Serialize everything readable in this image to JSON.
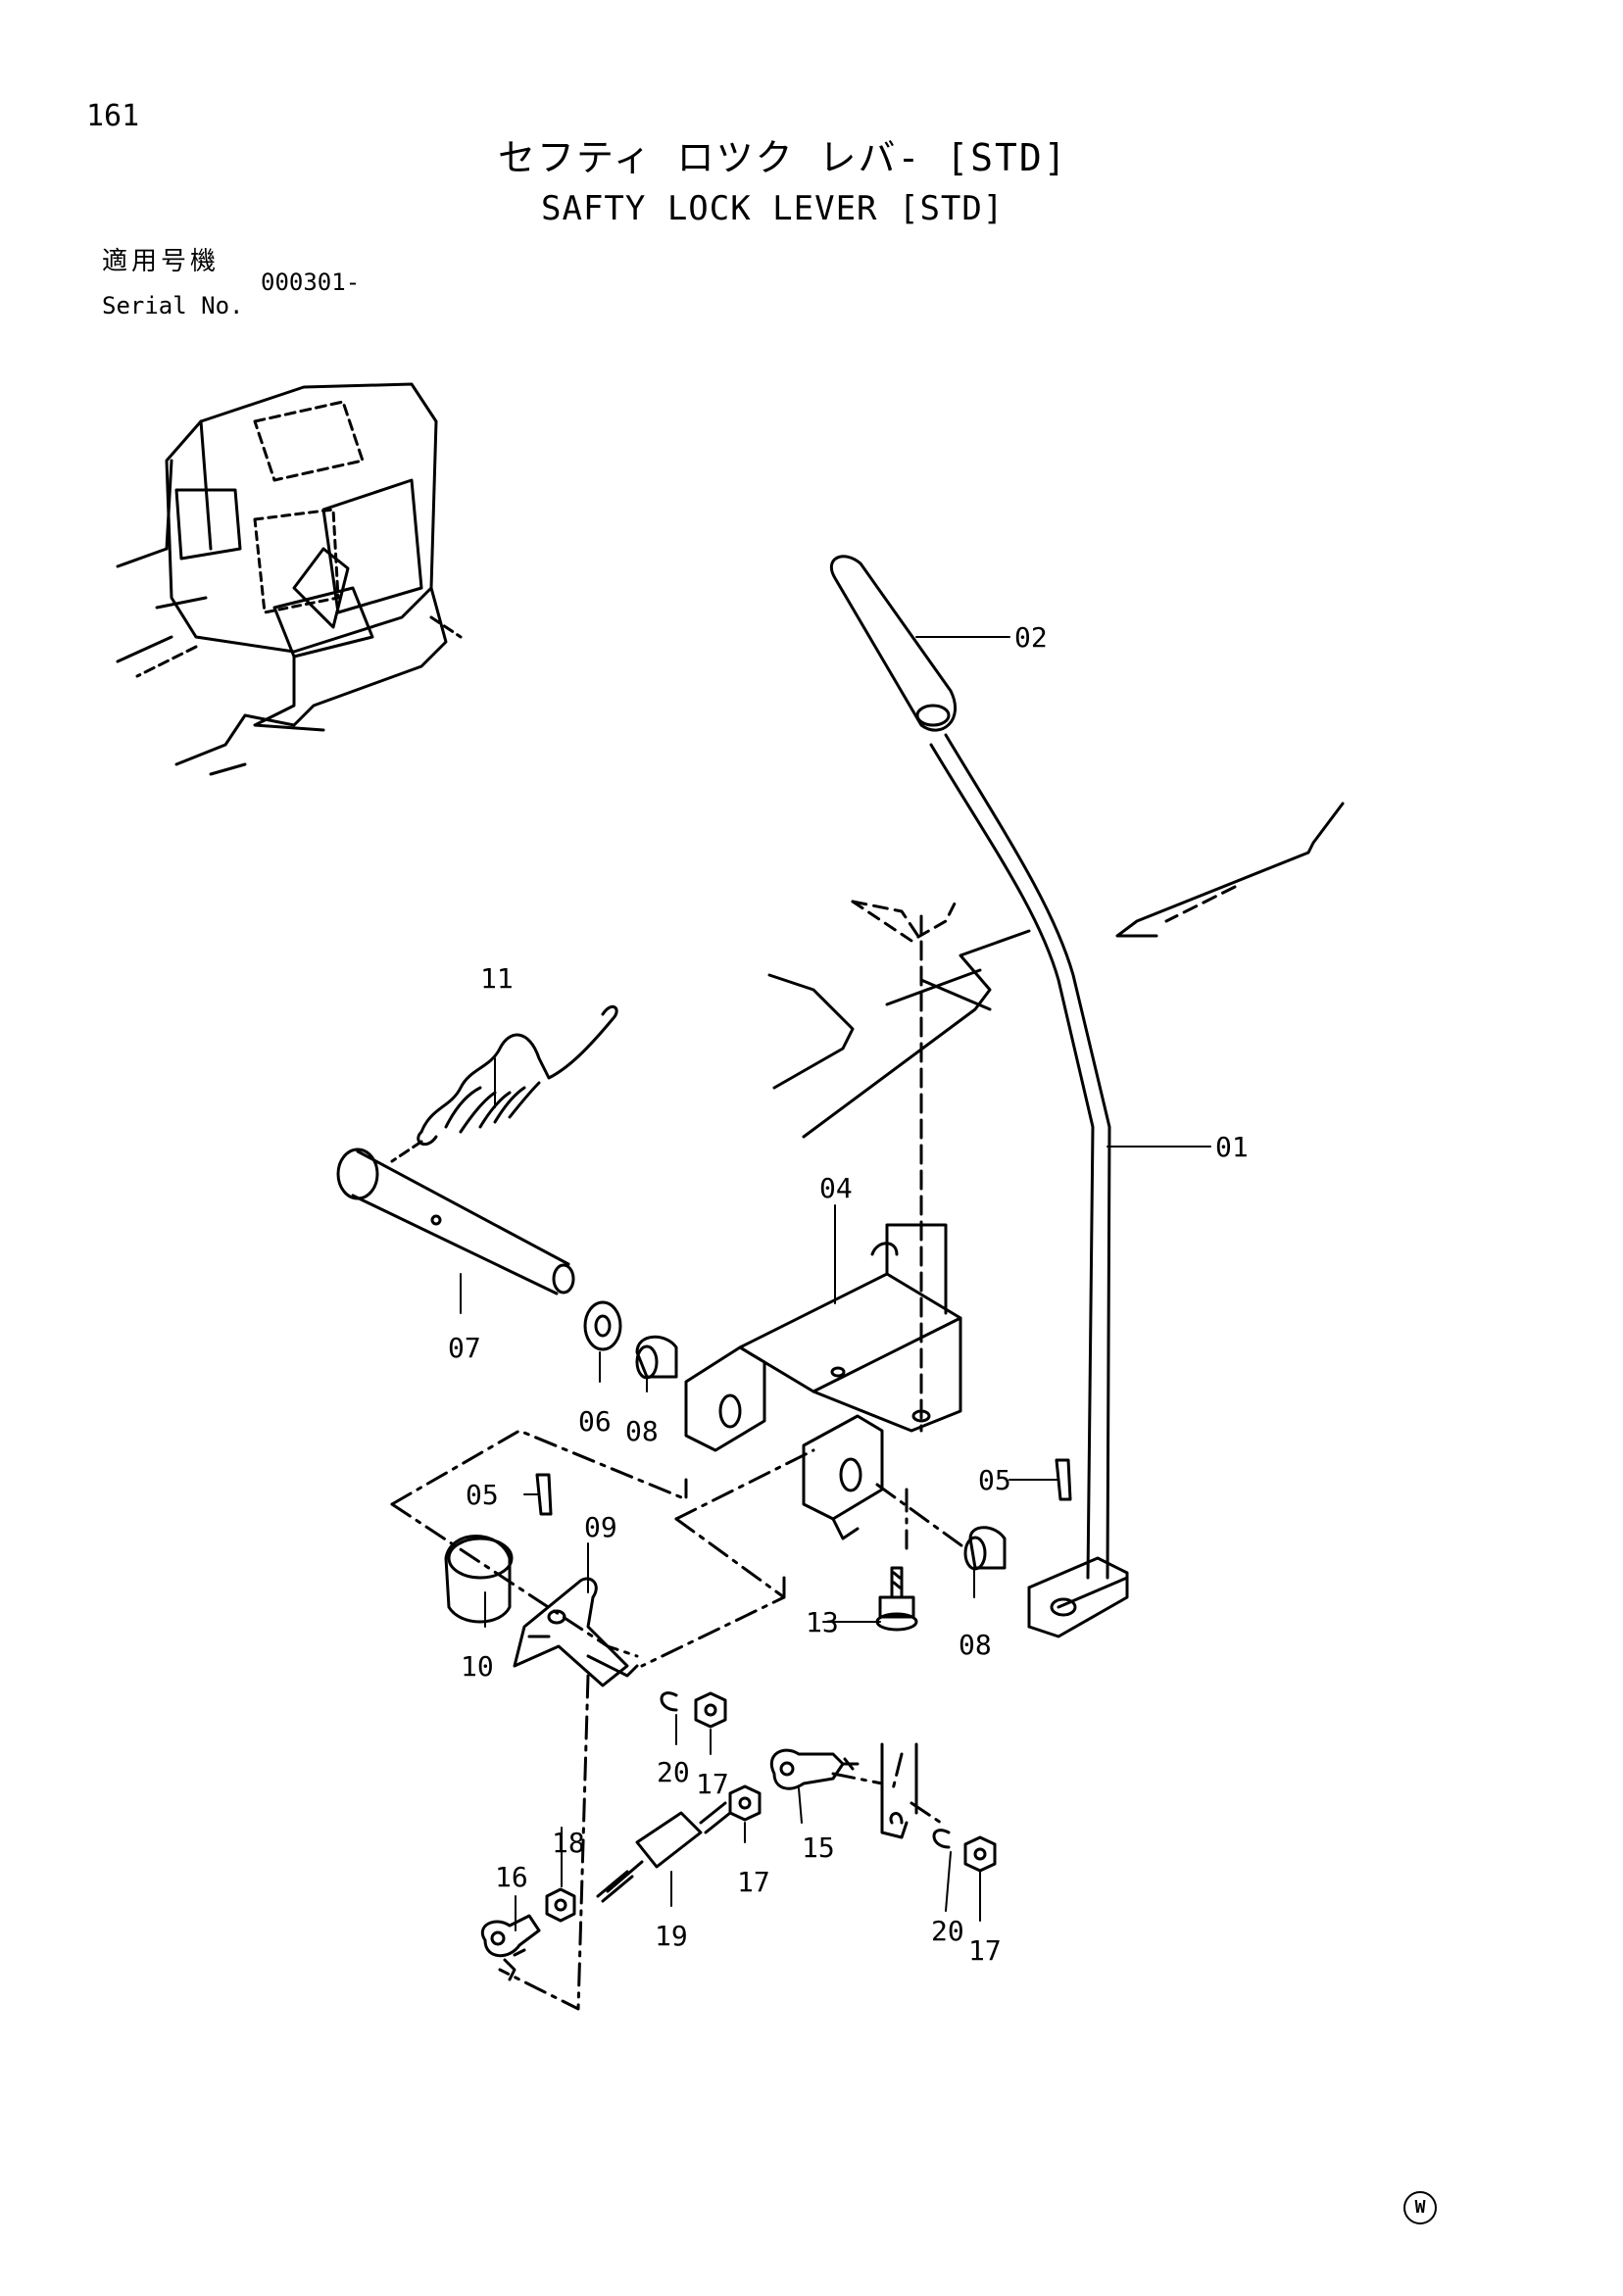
{
  "header": {
    "page_number": "161",
    "title_ja": "セフティ ロツク レバ- [STD]",
    "title_en": "SAFTY LOCK LEVER [STD]",
    "serial_label_ja": "適用号機",
    "serial_label_en": "Serial No.",
    "serial_value": "000301-"
  },
  "callouts": [
    {
      "id": "01",
      "label": "01"
    },
    {
      "id": "02",
      "label": "02"
    },
    {
      "id": "04",
      "label": "04"
    },
    {
      "id": "05a",
      "label": "05"
    },
    {
      "id": "05b",
      "label": "05"
    },
    {
      "id": "06",
      "label": "06"
    },
    {
      "id": "07",
      "label": "07"
    },
    {
      "id": "08a",
      "label": "08"
    },
    {
      "id": "08b",
      "label": "08"
    },
    {
      "id": "09",
      "label": "09"
    },
    {
      "id": "10",
      "label": "10"
    },
    {
      "id": "11",
      "label": "11"
    },
    {
      "id": "13",
      "label": "13"
    },
    {
      "id": "15",
      "label": "15"
    },
    {
      "id": "16",
      "label": "16"
    },
    {
      "id": "17a",
      "label": "17"
    },
    {
      "id": "17b",
      "label": "17"
    },
    {
      "id": "17c",
      "label": "17"
    },
    {
      "id": "18",
      "label": "18"
    },
    {
      "id": "19",
      "label": "19"
    },
    {
      "id": "20a",
      "label": "20"
    },
    {
      "id": "20b",
      "label": "20"
    }
  ],
  "footer": {
    "stamp": "W"
  }
}
